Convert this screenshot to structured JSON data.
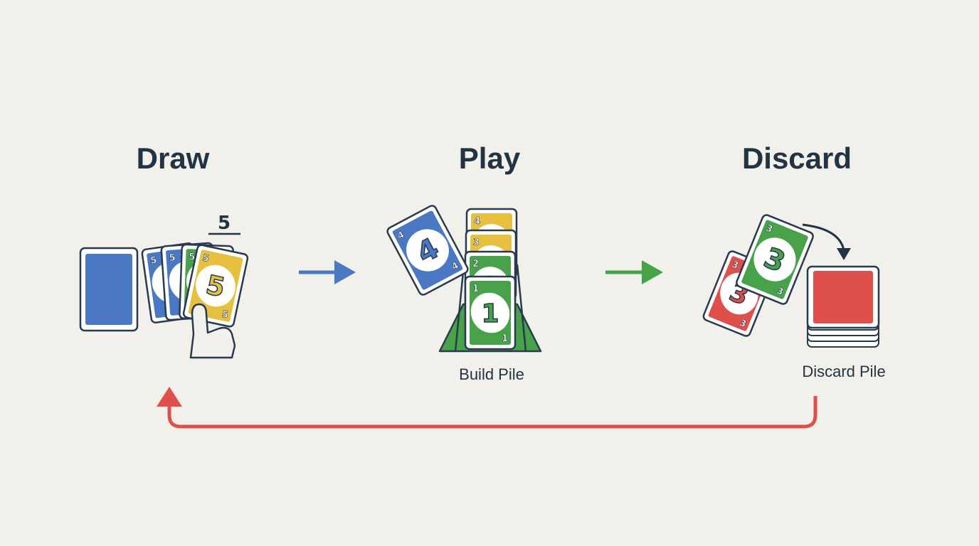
{
  "stages": [
    {
      "title": "Draw"
    },
    {
      "title": "Play",
      "pile_label": "Build Pile"
    },
    {
      "title": "Discard",
      "pile_label": "Discard Pile"
    }
  ],
  "draw": {
    "count_label": "5",
    "hand_cards": [
      {
        "value": "5",
        "color": "#4a78c2"
      },
      {
        "value": "5",
        "color": "#4a78c2"
      },
      {
        "value": "5",
        "color": "#47a24a"
      },
      {
        "value": "5",
        "color": "#e8c040"
      }
    ]
  },
  "play": {
    "held_card": {
      "value": "4",
      "color": "#4a78c2"
    },
    "stack_cards": [
      {
        "value": "4",
        "color": "#e8c040"
      },
      {
        "value": "3",
        "color": "#e8c040"
      },
      {
        "value": "2",
        "color": "#47a24a"
      },
      {
        "value": "1",
        "color": "#47a24a"
      }
    ]
  },
  "discard": {
    "cards": [
      {
        "value": "3",
        "color": "#e0504a"
      },
      {
        "value": "3",
        "color": "#47a24a"
      }
    ],
    "pile_color": "#e0504a"
  },
  "colors": {
    "text": "#223344",
    "blue": "#4a78c2",
    "green": "#47a24a",
    "yellow": "#e8c040",
    "red": "#e0504a",
    "outline": "#2a3a4e",
    "background": "#f1f0ea"
  }
}
